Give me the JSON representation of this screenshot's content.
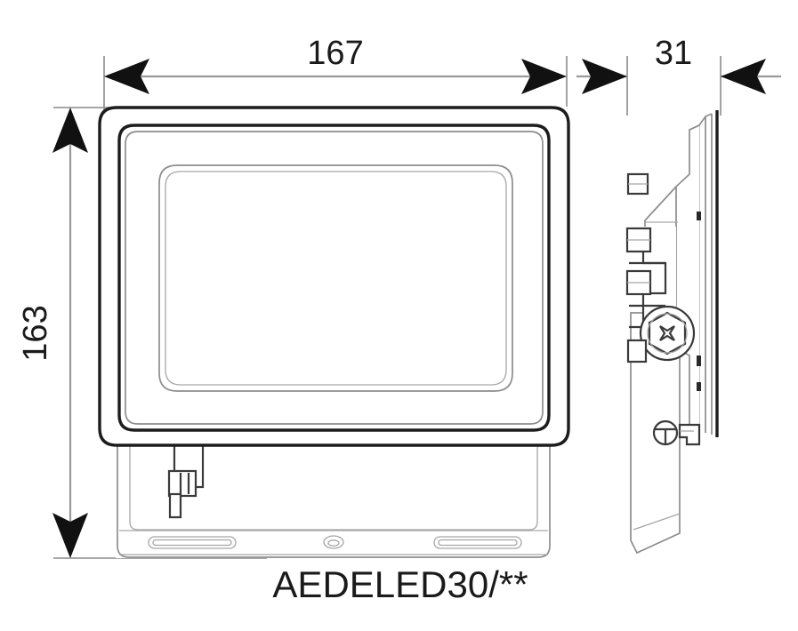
{
  "drawing": {
    "title": "AEDELED30/** LED Floodlight Dimensional Drawing",
    "part_number": "AEDELED30/**",
    "units": "mm",
    "background_color": "#ffffff",
    "line_color": "#1c1c1c",
    "dimension_color": "#9a9a9a",
    "text_color": "#1a1a1a"
  },
  "dimensions": {
    "width": {
      "label": "167",
      "orientation": "horizontal",
      "view": "front",
      "description": "overall width of front view"
    },
    "height": {
      "label": "163",
      "orientation": "vertical-rotated",
      "view": "front",
      "description": "overall height of front view"
    },
    "depth": {
      "label": "31",
      "orientation": "horizontal",
      "view": "side",
      "description": "overall depth of side view"
    }
  },
  "views": {
    "front": {
      "name": "front-view",
      "features": [
        "outer-housing",
        "inner-frame",
        "glass-lens-panel",
        "mounting-bracket",
        "cable-gland",
        "mounting-slot-left",
        "mounting-hole-center",
        "mounting-slot-right"
      ]
    },
    "side": {
      "name": "side-view",
      "features": [
        "heat-sink-fins",
        "housing-back-slope",
        "glass-lens-edge",
        "hex-phillips-screw",
        "slotted-screw",
        "mounting-bracket-arm"
      ]
    }
  },
  "labels": {
    "part_number": "AEDELED30/**"
  }
}
